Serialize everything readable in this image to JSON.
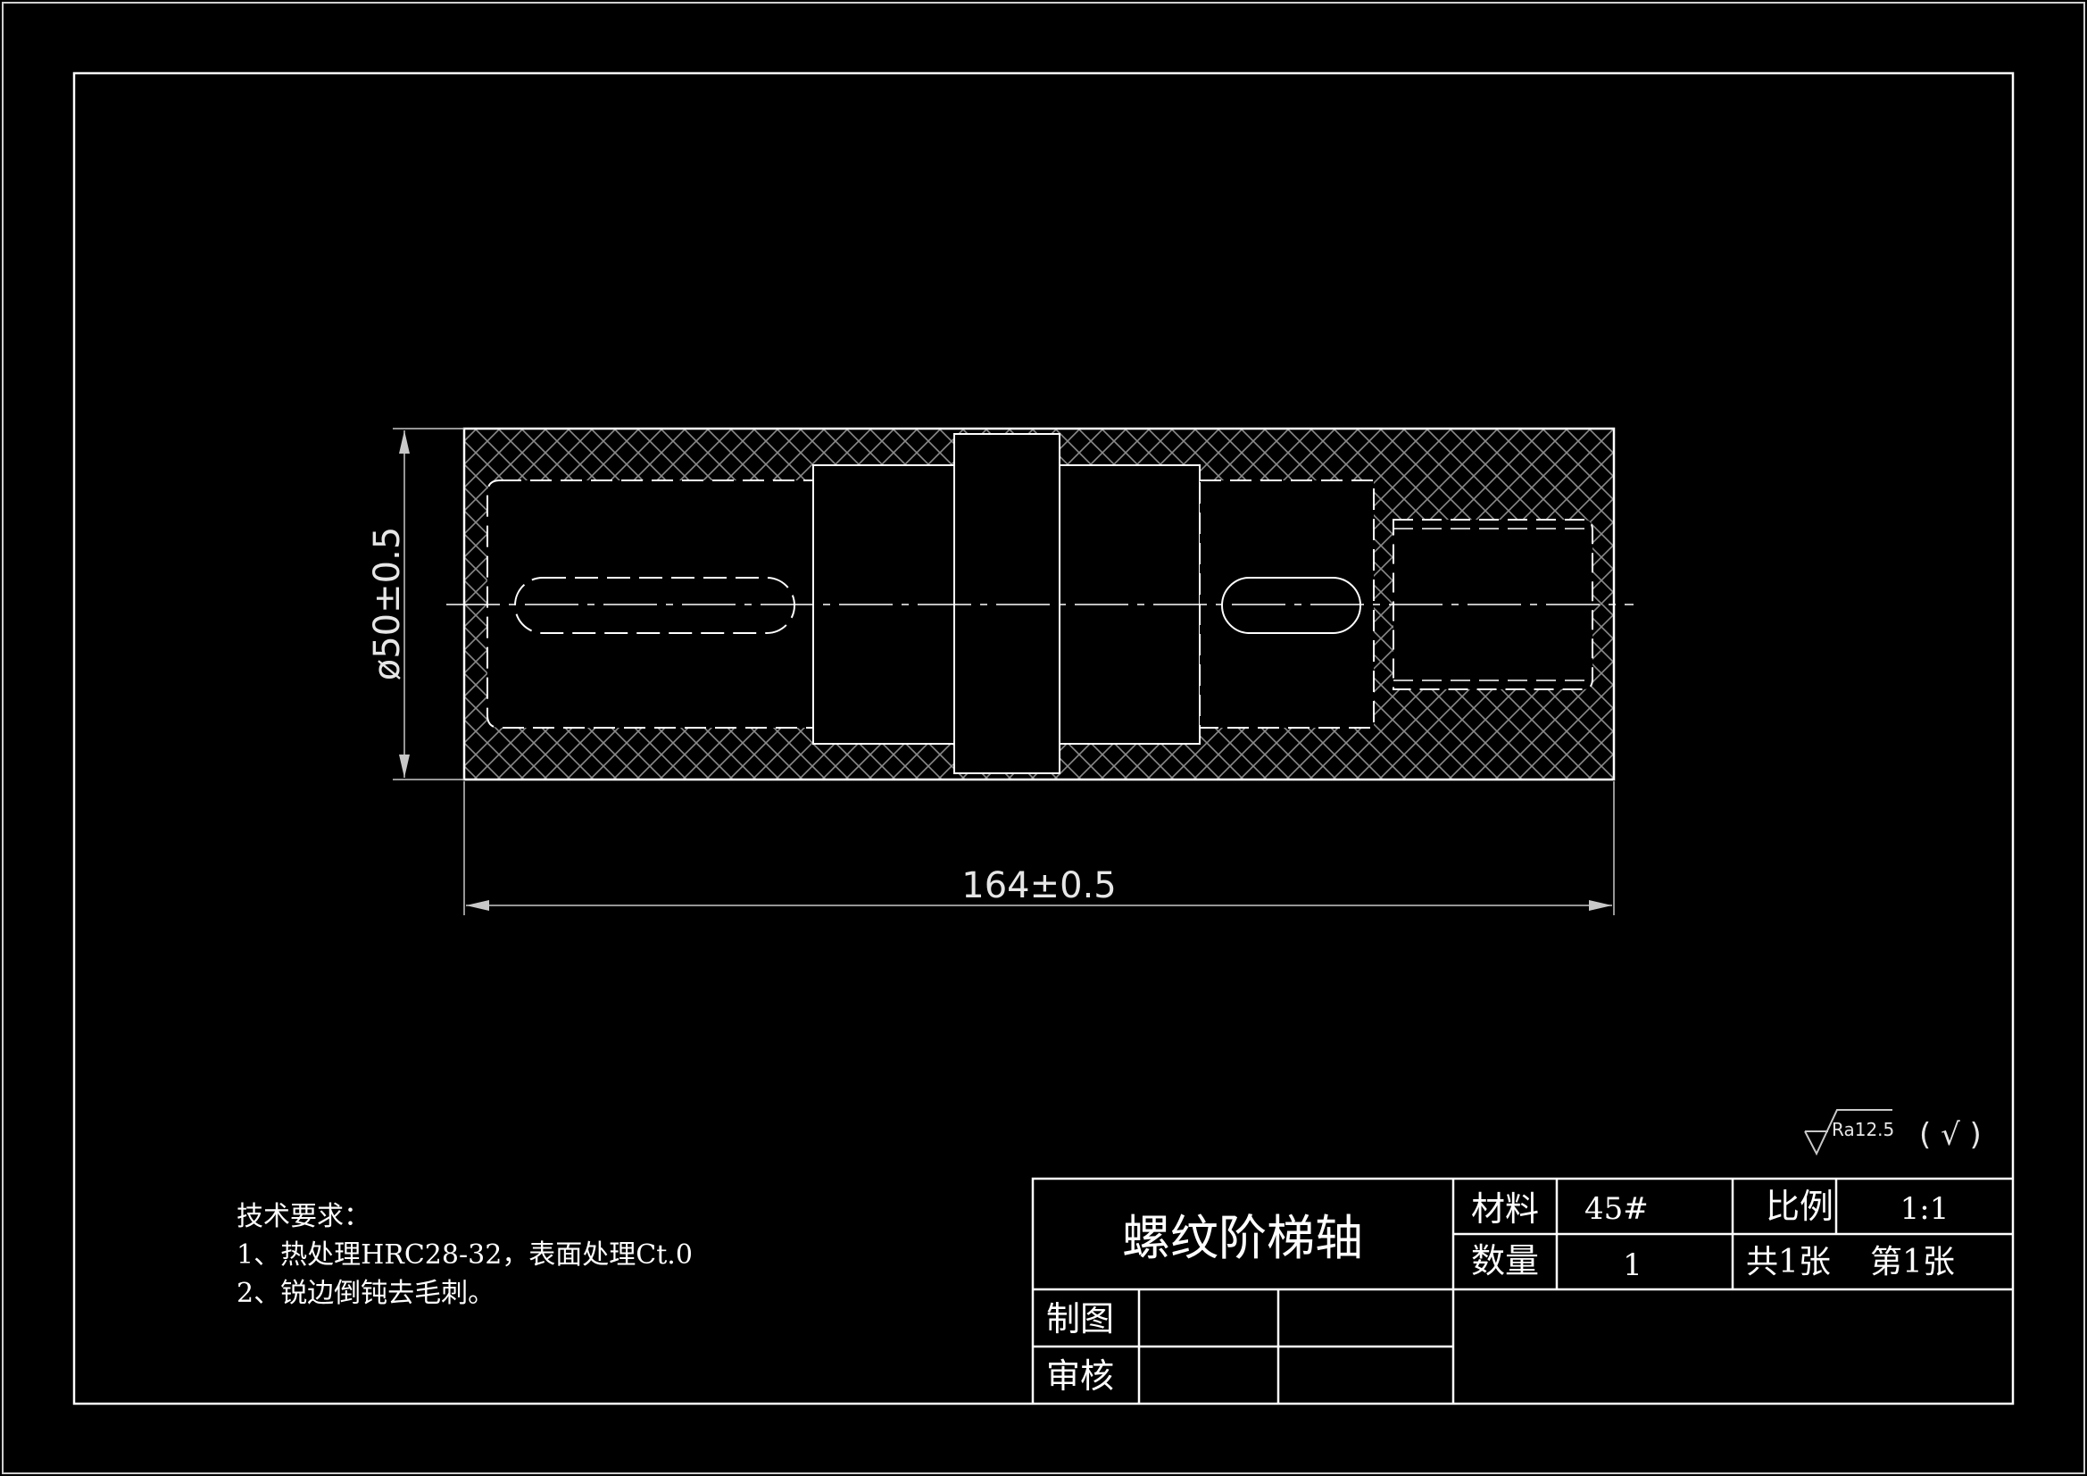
{
  "part_name": "螺纹阶梯轴",
  "dimensions": {
    "diameter": "ø50±0.5",
    "length": "164±0.5"
  },
  "roughness": {
    "symbol_label": "Ra12.5",
    "general_mark": "( √ )"
  },
  "tech_requirements": {
    "heading": "技术要求：",
    "items": [
      "1、热处理HRC28-32，表面处理Ct.0",
      "2、锐边倒钝去毛刺。"
    ]
  },
  "title_block": {
    "material_label": "材料",
    "material_value": "45#",
    "scale_label": "比例",
    "scale_value": "1:1",
    "quantity_label": "数量",
    "quantity_value": "1",
    "sheets_total": "共1张",
    "sheet_number": "第1张",
    "drawn_by_label": "制图",
    "checked_by_label": "审核"
  },
  "colors": {
    "background": "#000000",
    "line": "#ffffff",
    "hatch": "#8a8a8a",
    "dimension_text": "#c8c8c8"
  }
}
